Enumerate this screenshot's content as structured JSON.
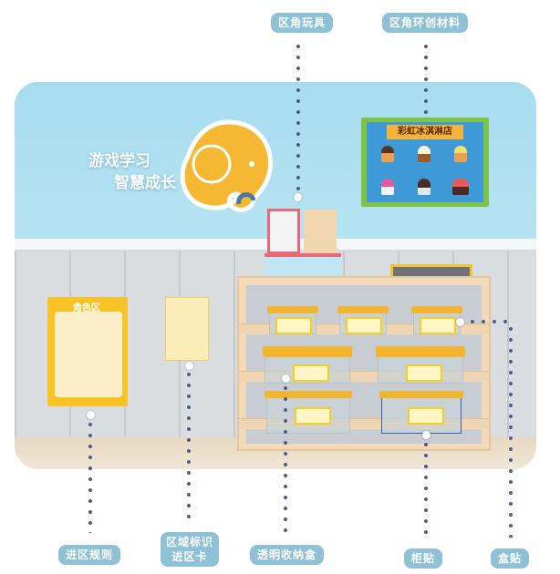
{
  "scene": {
    "slogan_line1": "游戏学习",
    "slogan_line2": "智慧成长",
    "board_title": "彩虹冰淇淋店",
    "poster_title": "角色区"
  },
  "labels": {
    "corner_toys": "区角玩具",
    "corner_decor_materials": "区角环创材料",
    "entry_rules": "进区规则",
    "area_sign_line1": "区域标识",
    "area_sign_line2": "进区卡",
    "storage_box": "透明收纳盒",
    "cabinet_sticker": "柜贴",
    "box_sticker": "盒贴"
  },
  "colors": {
    "label_bg": "#8ec0d6",
    "dot": "#4e5b85",
    "wall": "#a9dcef",
    "elephant": "#f6b733"
  }
}
